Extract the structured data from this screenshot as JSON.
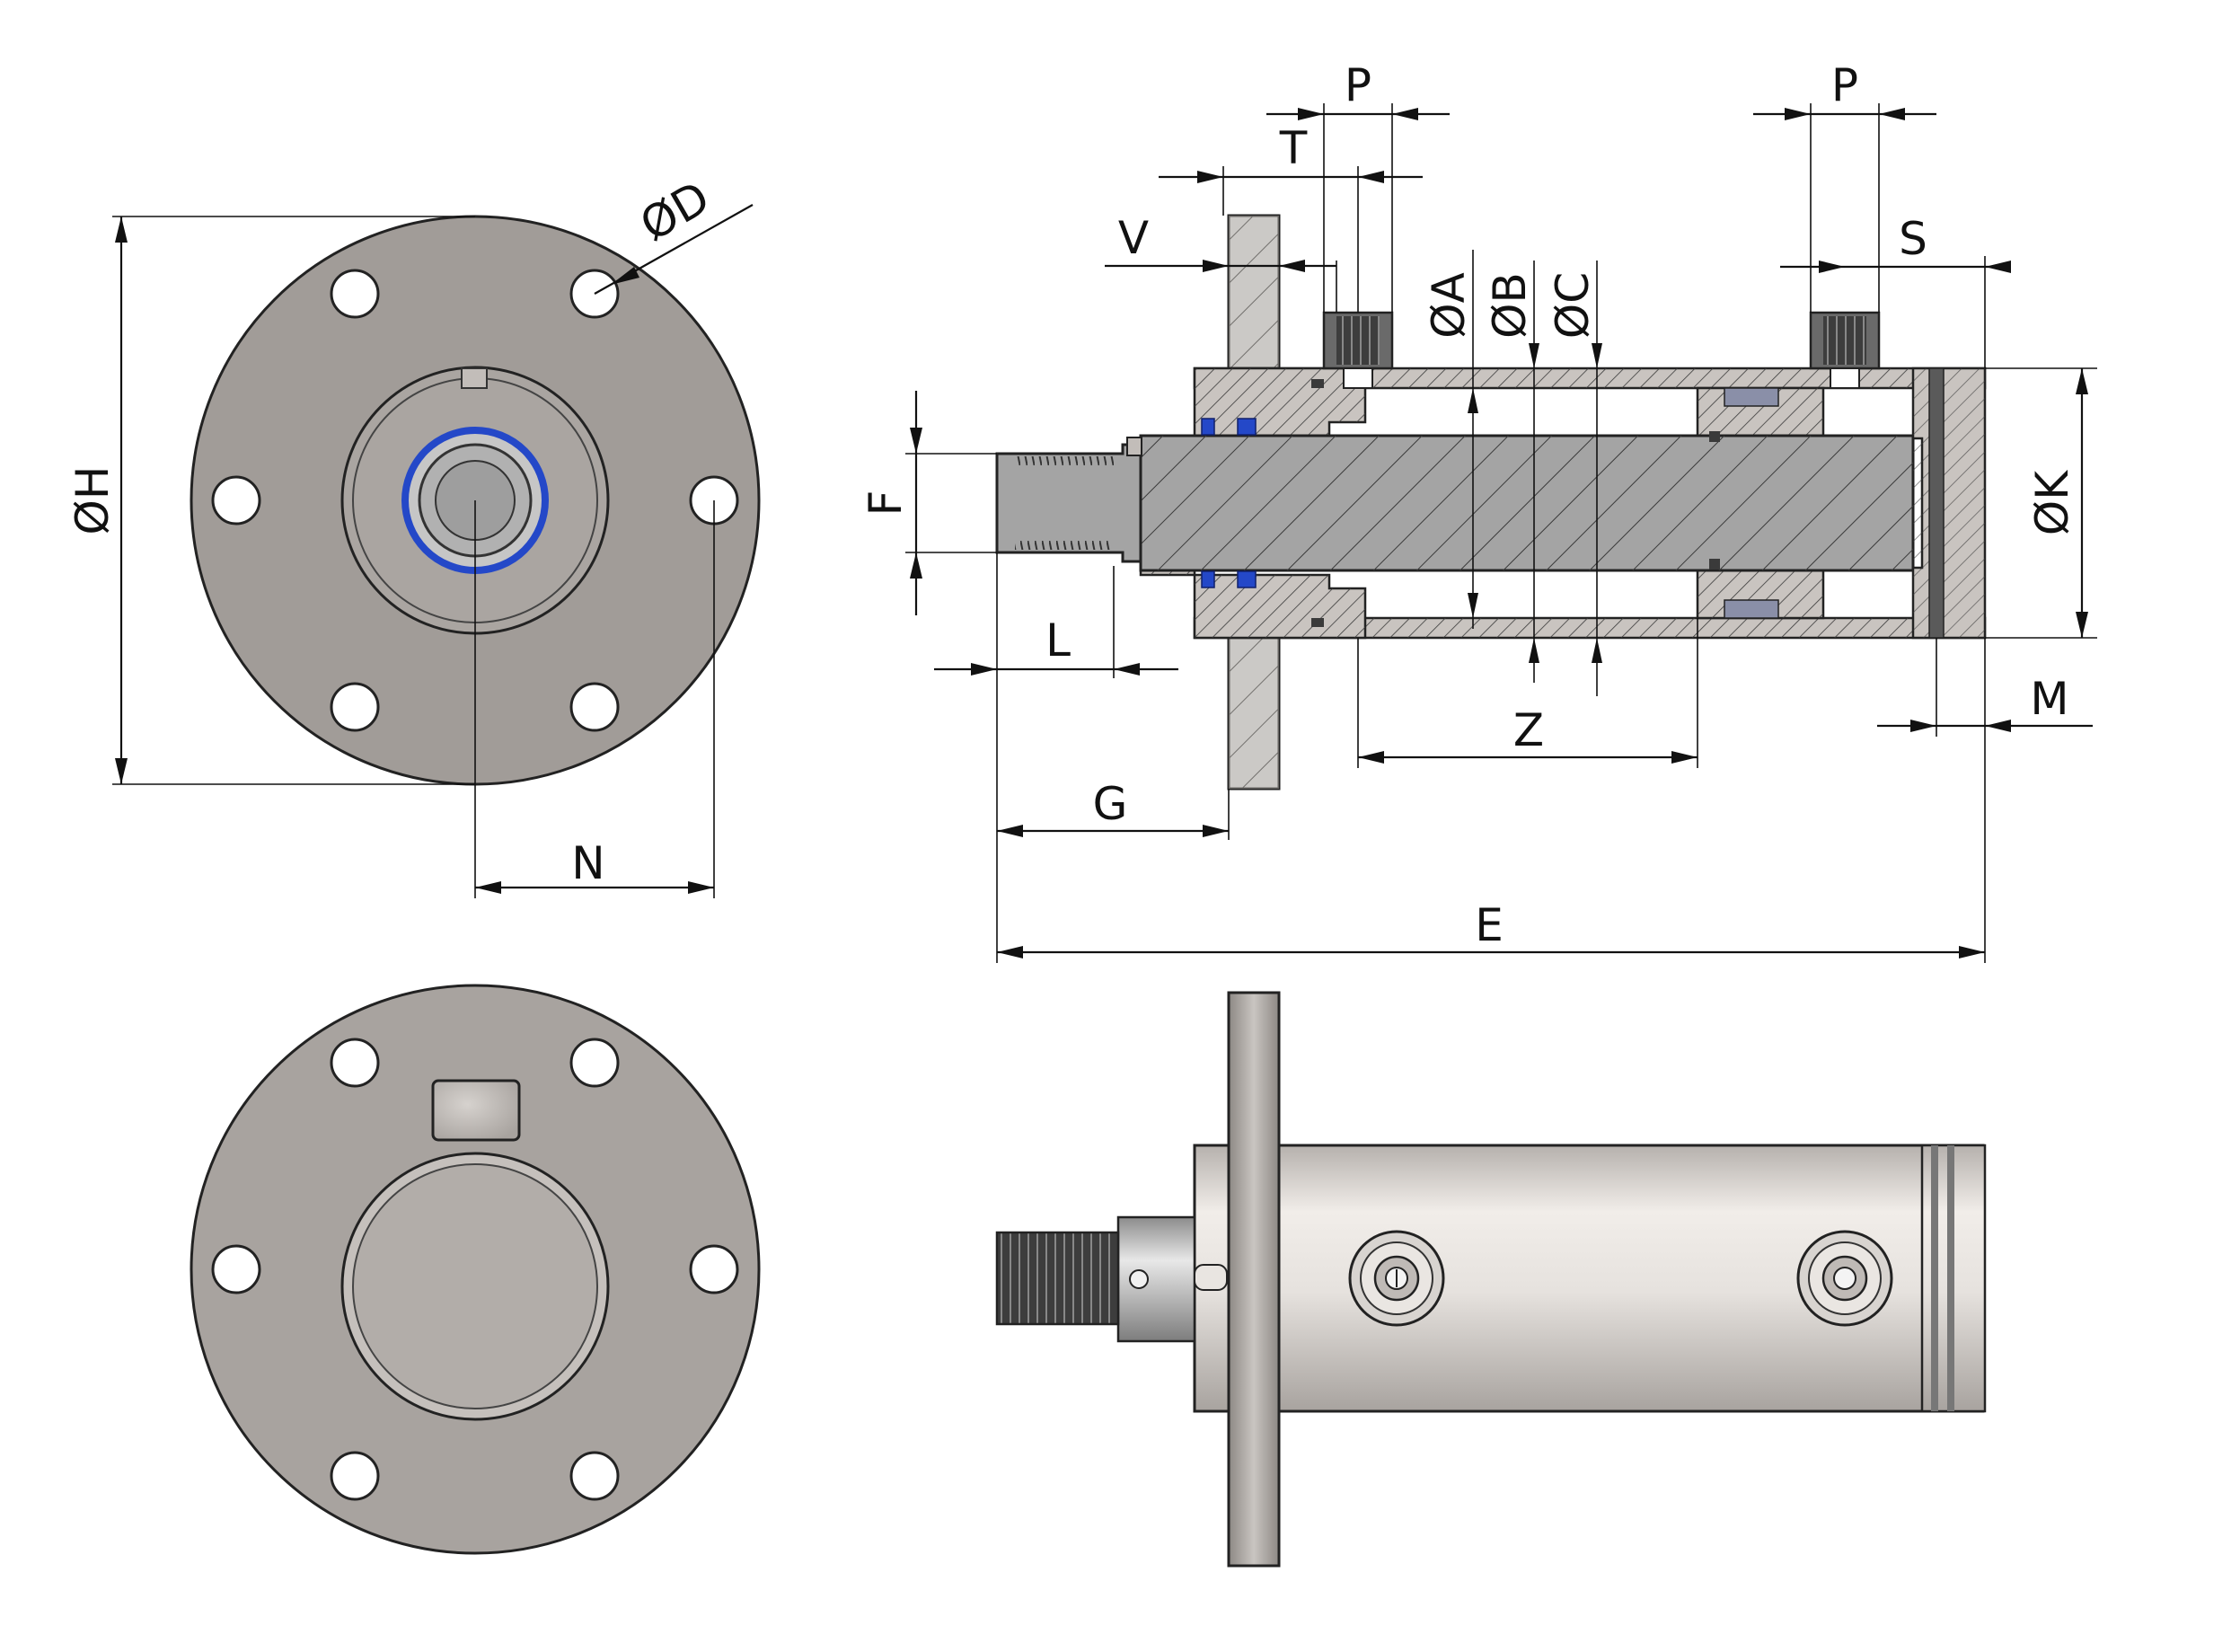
{
  "labels": {
    "H": "ØH",
    "D": "ØD",
    "N": "N",
    "P": "P",
    "T": "T",
    "V": "V",
    "A": "ØA",
    "B": "ØB",
    "C": "ØC",
    "S": "S",
    "K": "ØK",
    "F": "F",
    "L": "L",
    "Z": "Z",
    "M": "M",
    "G": "G",
    "E": "E"
  },
  "colors": {
    "flange": "#a19c98",
    "body_section": "#c9c4c0",
    "rod": "#a4a4a4",
    "hatch": "#3a3a3a",
    "seal_blue": "#2448c8",
    "cylinder_light": "#e9e5e1",
    "cylinder_shadow": "#a8a39f",
    "line": "#111111"
  },
  "icons": {
    "port_fitting": "threaded-port-icon",
    "mounting_hole": "bolt-hole-icon"
  }
}
